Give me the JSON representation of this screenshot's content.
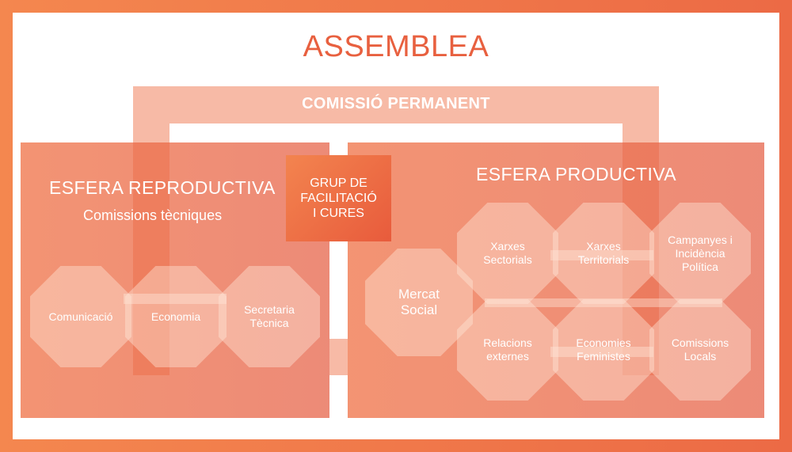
{
  "title": "ASSEMBLEA",
  "comissio_permanent": "COMISSIÓ PERMANENT",
  "esfera_reproductiva": {
    "title": "ESFERA REPRODUCTIVA",
    "subtitle": "Comissions tècniques",
    "items": [
      "Comunicació",
      "Economia",
      "Secretaria\nTècnica"
    ]
  },
  "grup_facilitacio": "GRUP DE\nFACILITACIÓ\nI CURES",
  "esfera_productiva": {
    "title": "ESFERA PRODUCTIVA",
    "mercat_social": "Mercat\nSocial",
    "items": [
      "Xarxes\nSectorials",
      "Xarxes\nTerritorials",
      "Campanyes i\nIncidència\nPolítica",
      "Relacions\nexternes",
      "Economies\nFeministes",
      "Comissions\nLocals"
    ]
  },
  "colors": {
    "accent": "#e8603f",
    "border_gradient_start": "#f4874f",
    "border_gradient_end": "#ec6a45"
  }
}
